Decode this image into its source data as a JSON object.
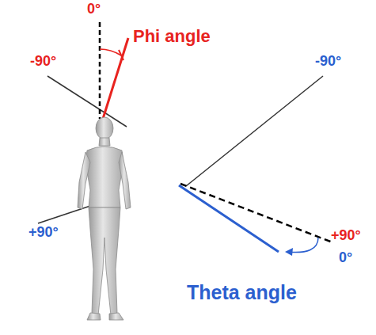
{
  "diagram": {
    "labels": [
      "0°",
      "Phi angle",
      "-90°",
      "-90°",
      "+90°",
      "+90°",
      "0°",
      "Theta angle"
    ]
  }
}
